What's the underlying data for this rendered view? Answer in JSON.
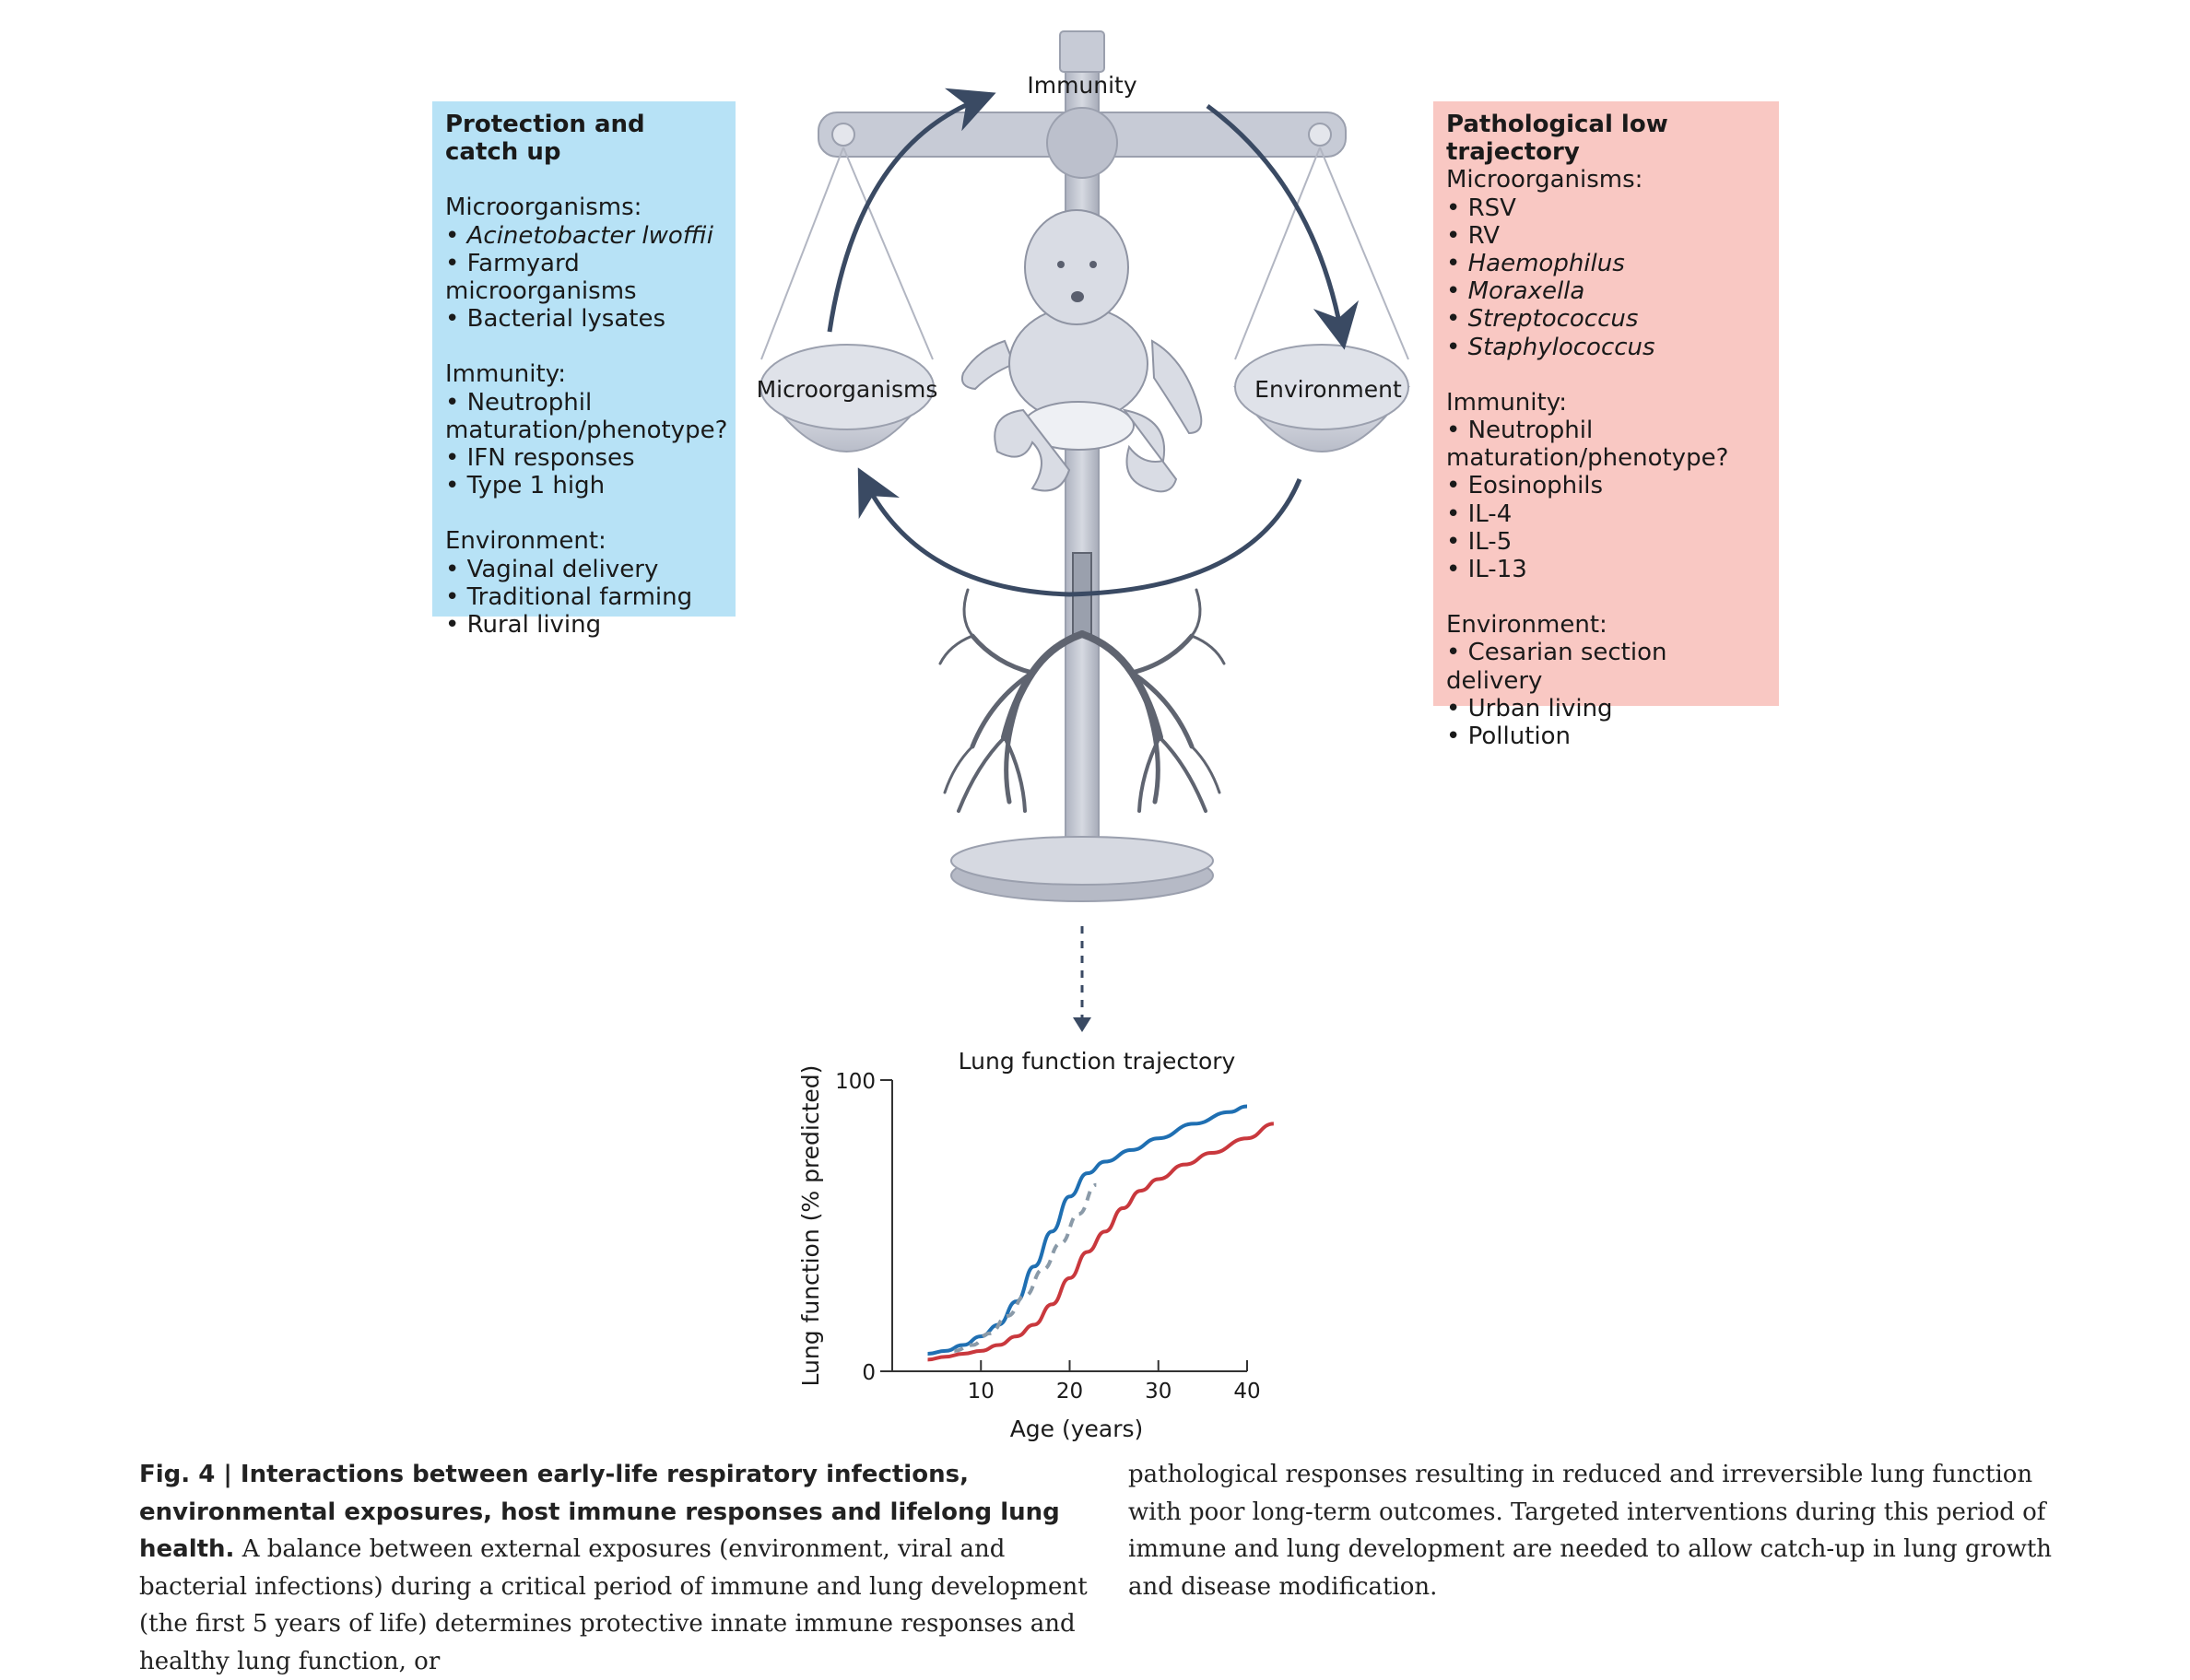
{
  "immunity_label": "Immunity",
  "microorganisms_label": "Microorganisms",
  "environment_label": "Environment",
  "left_box": {
    "title": "Protection and catch up",
    "microorganisms_heading": "Microorganisms:",
    "microorganisms": [
      {
        "text": "Acinetobacter lwoffii",
        "italic": true
      },
      {
        "text": "Farmyard",
        "italic": false
      },
      {
        "text": "microorganisms",
        "italic": false,
        "continuation": true
      },
      {
        "text": "Bacterial lysates",
        "italic": false
      }
    ],
    "immunity_heading": "Immunity:",
    "immunity": [
      {
        "text": "Neutrophil",
        "italic": false
      },
      {
        "text": "maturation/phenotype?",
        "italic": false,
        "continuation": true
      },
      {
        "text": "IFN responses",
        "italic": false
      },
      {
        "text": "Type 1 high",
        "italic": false
      }
    ],
    "environment_heading": "Environment:",
    "environment": [
      {
        "text": "Vaginal delivery",
        "italic": false
      },
      {
        "text": "Traditional farming",
        "italic": false
      },
      {
        "text": "Rural living",
        "italic": false
      }
    ],
    "color": "#b7e2f6"
  },
  "right_box": {
    "title": "Pathological low trajectory",
    "microorganisms_heading": "Microorganisms:",
    "microorganisms": [
      {
        "text": "RSV",
        "italic": false
      },
      {
        "text": "RV",
        "italic": false
      },
      {
        "text": "Haemophilus",
        "italic": true
      },
      {
        "text": "Moraxella",
        "italic": true
      },
      {
        "text": "Streptococcus",
        "italic": true
      },
      {
        "text": "Staphylococcus",
        "italic": true
      }
    ],
    "immunity_heading": "Immunity:",
    "immunity": [
      {
        "text": "Neutrophil",
        "italic": false
      },
      {
        "text": "maturation/phenotype?",
        "italic": false,
        "continuation": true
      },
      {
        "text": "Eosinophils",
        "italic": false
      },
      {
        "text": "IL-4",
        "italic": false
      },
      {
        "text": "IL-5",
        "italic": false
      },
      {
        "text": "IL-13",
        "italic": false
      }
    ],
    "environment_heading": "Environment:",
    "environment": [
      {
        "text": "Cesarian section delivery",
        "italic": false
      },
      {
        "text": "Urban living",
        "italic": false
      },
      {
        "text": "Pollution",
        "italic": false
      }
    ],
    "color": "#f9c8c3"
  },
  "chart_data": {
    "type": "line",
    "title": "Lung function trajectory",
    "xlabel": "Age (years)",
    "ylabel": "Lung function (% predicted)",
    "xlim": [
      0,
      40
    ],
    "ylim": [
      0,
      100
    ],
    "xticks": [
      "10",
      "20",
      "30",
      "40"
    ],
    "yticks": [
      "0",
      "100"
    ],
    "series": [
      {
        "color": "#1f6fb2",
        "style": "solid",
        "x": [
          4,
          6,
          8,
          10,
          12,
          14,
          16,
          18,
          20,
          22,
          24,
          27,
          30,
          34,
          38,
          40
        ],
        "y": [
          6,
          7,
          9,
          12,
          16,
          24,
          36,
          48,
          60,
          68,
          72,
          76,
          80,
          85,
          89,
          91
        ]
      },
      {
        "color": "#8a9aa8",
        "style": "dashed",
        "x": [
          7,
          9,
          11,
          13,
          15,
          17,
          19,
          21,
          23
        ],
        "y": [
          7,
          9,
          13,
          19,
          26,
          35,
          44,
          54,
          64
        ]
      },
      {
        "color": "#c9383d",
        "style": "solid",
        "x": [
          4,
          6,
          8,
          10,
          12,
          14,
          16,
          18,
          20,
          22,
          24,
          26,
          28,
          30,
          33,
          36,
          40,
          43
        ],
        "y": [
          4,
          5,
          6,
          7,
          9,
          12,
          16,
          23,
          32,
          41,
          48,
          56,
          62,
          66,
          71,
          75,
          80,
          85
        ]
      }
    ]
  },
  "caption": {
    "fig_label": "Fig. 4 | Interactions between early-life respiratory infections, environmental exposures, host immune responses and lifelong lung health.",
    "left_text": "A balance between external exposures (environment, viral and bacterial infections) during a critical period of immune and lung development (the first 5 years of life) determines protective innate immune responses and healthy lung function, or",
    "right_text": "pathological responses resulting in reduced and irreversible lung function with poor long-term outcomes. Targeted interventions during this period of immune and lung development are needed to allow catch-up in lung growth and disease modification."
  },
  "colors": {
    "scale": "#c7cbd6",
    "scale_dark": "#9ba0ae",
    "arrow": "#3a4a63",
    "lungs": "#5f6470"
  }
}
